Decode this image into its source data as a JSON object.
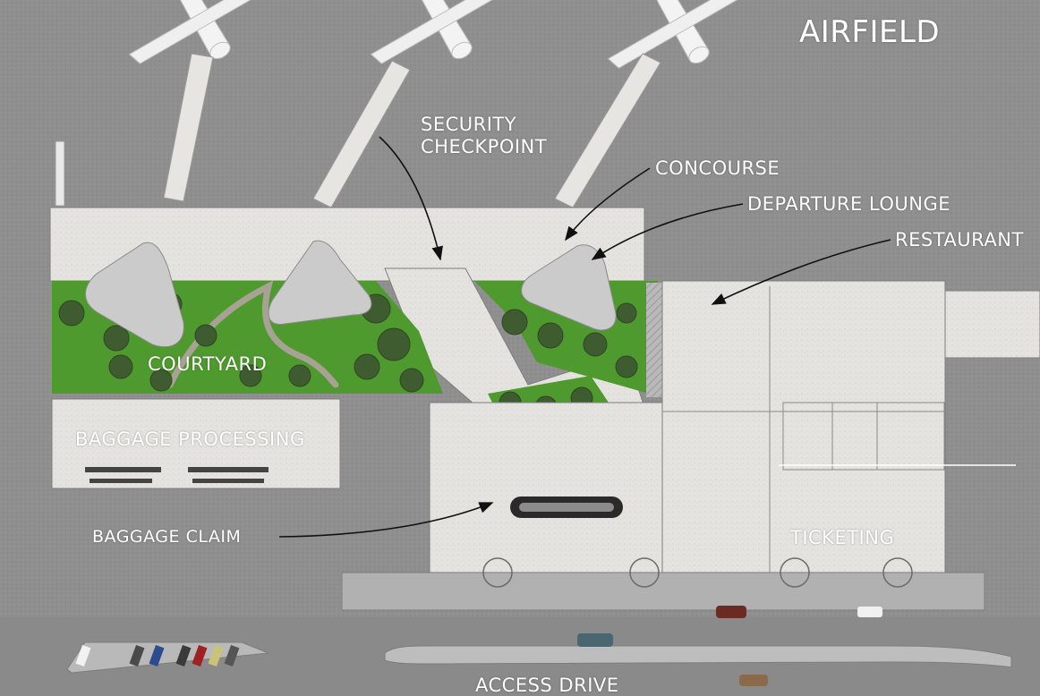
{
  "labels": {
    "airfield": "AIRFIELD",
    "security_line1": "SECURITY",
    "security_line2": "CHECKPOINT",
    "concourse": "CONCOURSE",
    "departure_lounge": "DEPARTURE LOUNGE",
    "restaurant": "RESTAURANT",
    "courtyard": "COURTYARD",
    "baggage_processing": "BAGGAGE PROCESSING",
    "baggage_claim": "BAGGAGE CLAIM",
    "ticketing": "TICKETING",
    "access_drive": "ACCESS DRIVE"
  },
  "colors": {
    "tarmac": "#8e8e8e",
    "floor": "#e3e2de",
    "greenery": "#4f9a2e",
    "trees": "#3f5f30",
    "aircraft": "#f2f2f2",
    "label_text": "#ffffff",
    "leader_line": "#111111"
  }
}
